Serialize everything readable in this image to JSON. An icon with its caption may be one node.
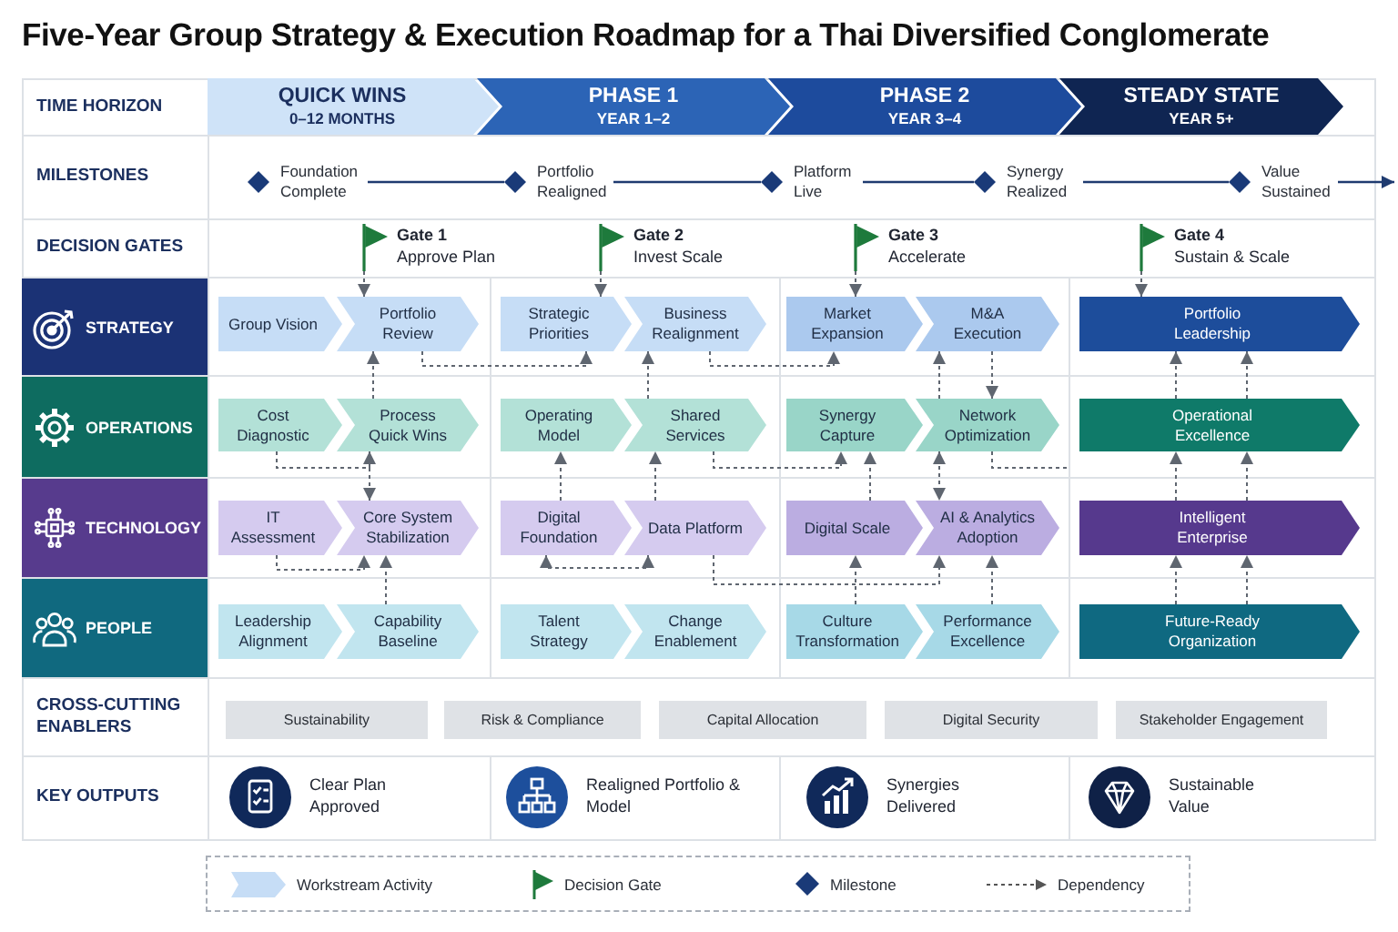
{
  "diagram": {
    "title": "Five-Year Group Strategy & Execution Roadmap for a Thai Diversified Conglomerate",
    "nodes": [
      {
        "text": [
          "QUICK WINS",
          "0–12 MONTHS"
        ]
      },
      {
        "text": [
          "PHASE 1",
          "YEAR 1–2"
        ]
      },
      {
        "text": [
          "PHASE 2",
          "YEAR 3–4"
        ]
      },
      {
        "text": [
          "STEADY STATE",
          "YEAR 5+"
        ]
      },
      {
        "text": [
          "Foundation Complete"
        ]
      },
      {
        "text": [
          "Portfolio Realigned"
        ]
      },
      {
        "text": [
          "Platform Live"
        ]
      },
      {
        "text": [
          "Synergy Realized"
        ]
      },
      {
        "text": [
          "Value Sustained"
        ]
      },
      {
        "text": [
          "Gate 1",
          "Approve Plan"
        ]
      },
      {
        "text": [
          "Gate 2",
          "Invest Scale"
        ]
      },
      {
        "text": [
          "Gate 3",
          "Accelerate"
        ]
      },
      {
        "text": [
          "Gate 4",
          "Sustain & Scale"
        ]
      },
      {
        "text": [
          "STRATEGY"
        ]
      },
      {
        "text": [
          "Group Vision"
        ]
      },
      {
        "text": [
          "Portfolio Review"
        ]
      },
      {
        "text": [
          "Strategic Priorities"
        ]
      },
      {
        "text": [
          "Business Realignment"
        ]
      },
      {
        "text": [
          "Market Expansion"
        ]
      },
      {
        "text": [
          "M&A Execution"
        ]
      },
      {
        "text": [
          "Portfolio Leadership"
        ]
      },
      {
        "text": [
          "OPERATIONS"
        ]
      },
      {
        "text": [
          "Cost Diagnostic"
        ]
      },
      {
        "text": [
          "Process Quick Wins"
        ]
      },
      {
        "text": [
          "Operating Model"
        ]
      },
      {
        "text": [
          "Shared Services"
        ]
      },
      {
        "text": [
          "Synergy Capture"
        ]
      },
      {
        "text": [
          "Network Optimization"
        ]
      },
      {
        "text": [
          "Operational Excellence"
        ]
      },
      {
        "text": [
          "TECHNOLOGY"
        ]
      },
      {
        "text": [
          "IT Assessment"
        ]
      },
      {
        "text": [
          "Core System Stabilization"
        ]
      },
      {
        "text": [
          "Digital Foundation"
        ]
      },
      {
        "text": [
          "Data Platform"
        ]
      },
      {
        "text": [
          "Digital Scale"
        ]
      },
      {
        "text": [
          "AI & Analytics Adoption"
        ]
      },
      {
        "text": [
          "Intelligent Enterprise"
        ]
      },
      {
        "text": [
          "PEOPLE"
        ]
      },
      {
        "text": [
          "Leadership Alignment"
        ]
      },
      {
        "text": [
          "Capability Baseline"
        ]
      },
      {
        "text": [
          "Talent Strategy"
        ]
      },
      {
        "text": [
          "Change Enablement"
        ]
      },
      {
        "text": [
          "Culture Transformation"
        ]
      },
      {
        "text": [
          "Performance Excellence"
        ]
      },
      {
        "text": [
          "Future-Ready Organization"
        ]
      },
      {
        "text": [
          "Sustainability"
        ]
      },
      {
        "text": [
          "Risk & Compliance"
        ]
      },
      {
        "text": [
          "Capital Allocation"
        ]
      },
      {
        "text": [
          "Digital Security"
        ]
      },
      {
        "text": [
          "Stakeholder Engagement"
        ]
      }
    ],
    "edges": [
      {
        "from": 4,
        "to": 5,
        "arrow": "none",
        "color": "#1f3b70"
      },
      {
        "from": 5,
        "to": 6,
        "arrow": "none",
        "color": "#1f3b70"
      },
      {
        "from": 6,
        "to": 7,
        "arrow": "none",
        "color": "#1f3b70"
      },
      {
        "from": 7,
        "to": 8,
        "arrow": "none",
        "color": "#1f3b70"
      },
      {
        "from": 8,
        "to": null,
        "arrow": "to",
        "color": "#1f3b70"
      },
      {
        "from": 9,
        "to": 15,
        "arrow": "to",
        "style": "dashed"
      },
      {
        "from": 10,
        "to": 16,
        "arrow": "to",
        "style": "dashed"
      },
      {
        "from": 11,
        "to": 18,
        "arrow": "to",
        "style": "dashed"
      },
      {
        "from": 12,
        "to": 20,
        "arrow": "to",
        "style": "dashed"
      },
      {
        "from": 23,
        "to": 15,
        "arrow": "to",
        "style": "dashed"
      },
      {
        "from": 15,
        "to": 16,
        "arrow": "to",
        "style": "dashed"
      },
      {
        "from": 25,
        "to": 17,
        "arrow": "to",
        "style": "dashed"
      },
      {
        "from": 17,
        "to": 18,
        "arrow": "to",
        "style": "dashed"
      },
      {
        "from": 27,
        "to": 19,
        "arrow": "to",
        "style": "dashed"
      },
      {
        "from": 19,
        "to": 27,
        "arrow": "to",
        "style": "dashed"
      },
      {
        "from": 28,
        "to": 20,
        "arrow": "to",
        "style": "dashed"
      },
      {
        "from": 28,
        "to": 20,
        "arrow": "to",
        "style": "dashed"
      },
      {
        "from": 22,
        "to": 23,
        "arrow": "to",
        "style": "dashed"
      },
      {
        "from": 22,
        "to": 31,
        "arrow": "to",
        "style": "dashed"
      },
      {
        "from": 32,
        "to": 24,
        "arrow": "to",
        "style": "dashed"
      },
      {
        "from": 33,
        "to": 25,
        "arrow": "to",
        "style": "dashed"
      },
      {
        "from": 25,
        "to": 26,
        "arrow": "to",
        "style": "dashed"
      },
      {
        "from": 34,
        "to": 26,
        "arrow": "to",
        "style": "dashed"
      },
      {
        "from": 27,
        "to": 35,
        "arrow": "both",
        "style": "dashed"
      },
      {
        "from": 27,
        "to": null,
        "arrow": "none",
        "style": "dashed"
      },
      {
        "from": 36,
        "to": 28,
        "arrow": "to",
        "style": "dashed"
      },
      {
        "from": 36,
        "to": 28,
        "arrow": "to",
        "style": "dashed"
      },
      {
        "from": 30,
        "to": 31,
        "arrow": "to",
        "style": "dashed"
      },
      {
        "from": 39,
        "to": 31,
        "arrow": "to",
        "style": "dashed"
      },
      {
        "from": 32,
        "to": 33,
        "arrow": "both",
        "style": "dashed"
      },
      {
        "from": 33,
        "to": 35,
        "arrow": "to",
        "style": "dashed"
      },
      {
        "from": 42,
        "to": 34,
        "arrow": "to",
        "style": "dashed"
      },
      {
        "from": 43,
        "to": 35,
        "arrow": "to",
        "style": "dashed"
      },
      {
        "from": 44,
        "to": 36,
        "arrow": "to",
        "style": "dashed"
      },
      {
        "from": 44,
        "to": 36,
        "arrow": "to",
        "style": "dashed"
      }
    ],
    "labels": [
      "TIME HORIZON",
      "MILESTONES",
      "DECISION GATES",
      "CROSS-CUTTING ENABLERS",
      "KEY OUTPUTS",
      "Clear Plan Approved",
      "Realigned Portfolio & Model",
      "Synergies Delivered",
      "Sustainable Value"
    ],
    "legend": [
      {
        "text": "Workstream Activity"
      },
      {
        "text": "Decision Gate"
      },
      {
        "text": "Milestone"
      },
      {
        "text": "Dependency"
      }
    ]
  }
}
